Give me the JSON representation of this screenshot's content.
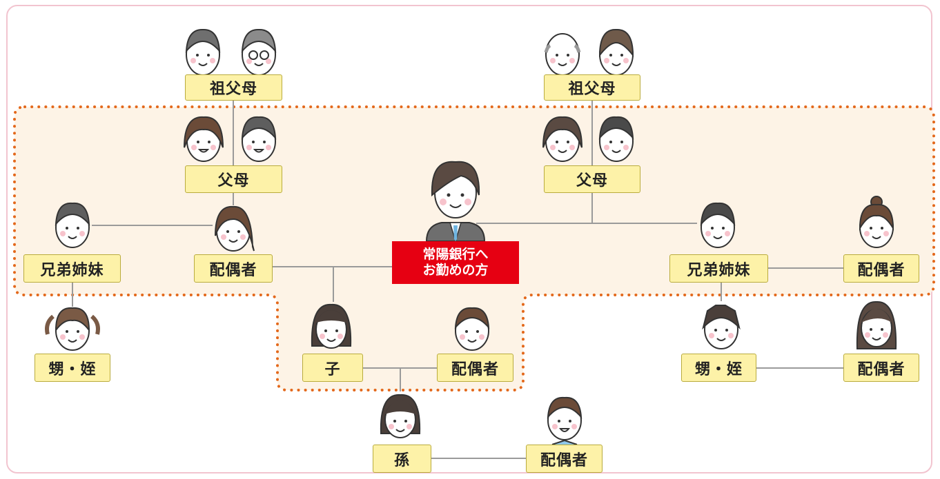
{
  "colors": {
    "frame_border": "#f2c4cf",
    "dotted_border": "#e3681b",
    "highlight_fill": "#fdf3e6",
    "connector": "#9a9a9a",
    "node_fill": "#fdf2a8",
    "node_border": "#b9ab3c",
    "self_fill": "#e60012"
  },
  "self": {
    "line1": "常陽銀行へ",
    "line2": "お勤めの方",
    "icon": "businessman-portrait-icon"
  },
  "nodes": {
    "grandparents_left": {
      "label": "祖父母",
      "icon": "grandparents-portrait-icon"
    },
    "grandparents_right": {
      "label": "祖父母",
      "icon": "grandparents-portrait-icon"
    },
    "parents_left": {
      "label": "父母",
      "icon": "parents-portrait-icon"
    },
    "parents_right": {
      "label": "父母",
      "icon": "parents-portrait-icon"
    },
    "sibling_left": {
      "label": "兄弟姉妹",
      "icon": "sibling-portrait-icon"
    },
    "spouse_center": {
      "label": "配偶者",
      "icon": "wife-portrait-icon"
    },
    "sibling_right": {
      "label": "兄弟姉妹",
      "icon": "sibling-portrait-icon"
    },
    "sibling_spouse_right": {
      "label": "配偶者",
      "icon": "spouse-portrait-icon"
    },
    "nephew_left": {
      "label": "甥・姪",
      "icon": "niece-portrait-icon"
    },
    "child": {
      "label": "子",
      "icon": "daughter-portrait-icon"
    },
    "child_spouse": {
      "label": "配偶者",
      "icon": "son-in-law-portrait-icon"
    },
    "nephew_right": {
      "label": "甥・姪",
      "icon": "nephew-portrait-icon"
    },
    "nephew_spouse_right": {
      "label": "配偶者",
      "icon": "spouse-portrait-icon"
    },
    "grandchild": {
      "label": "孫",
      "icon": "grandchild-portrait-icon"
    },
    "grandchild_spouse": {
      "label": "配偶者",
      "icon": "grandchild-spouse-portrait-icon"
    }
  }
}
